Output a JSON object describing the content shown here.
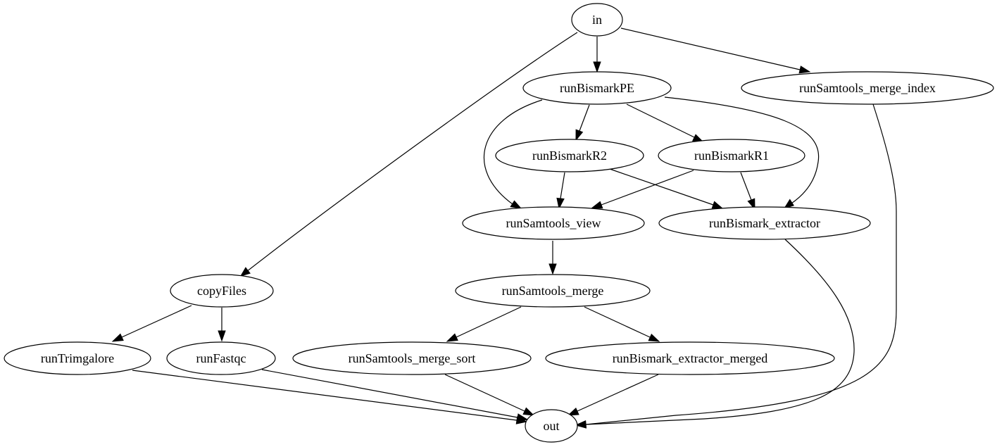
{
  "diagram": {
    "type": "directed-graph",
    "colors": {
      "background": "#ffffff",
      "stroke": "#000000",
      "text": "#000000"
    },
    "nodes": [
      {
        "id": "in",
        "label": "in"
      },
      {
        "id": "runBismarkPE",
        "label": "runBismarkPE"
      },
      {
        "id": "runSamtools_merge_index",
        "label": "runSamtools_merge_index"
      },
      {
        "id": "runBismarkR2",
        "label": "runBismarkR2"
      },
      {
        "id": "runBismarkR1",
        "label": "runBismarkR1"
      },
      {
        "id": "runSamtools_view",
        "label": "runSamtools_view"
      },
      {
        "id": "runBismark_extractor",
        "label": "runBismark_extractor"
      },
      {
        "id": "copyFiles",
        "label": "copyFiles"
      },
      {
        "id": "runSamtools_merge",
        "label": "runSamtools_merge"
      },
      {
        "id": "runTrimgalore",
        "label": "runTrimgalore"
      },
      {
        "id": "runFastqc",
        "label": "runFastqc"
      },
      {
        "id": "runSamtools_merge_sort",
        "label": "runSamtools_merge_sort"
      },
      {
        "id": "runBismark_extractor_merged",
        "label": "runBismark_extractor_merged"
      },
      {
        "id": "out",
        "label": "out"
      }
    ],
    "edges": [
      {
        "from": "in",
        "to": "copyFiles"
      },
      {
        "from": "in",
        "to": "runBismarkPE"
      },
      {
        "from": "in",
        "to": "runSamtools_merge_index"
      },
      {
        "from": "runBismarkPE",
        "to": "runSamtools_view"
      },
      {
        "from": "runBismarkPE",
        "to": "runBismarkR2"
      },
      {
        "from": "runBismarkPE",
        "to": "runBismarkR1"
      },
      {
        "from": "runBismarkPE",
        "to": "runBismark_extractor"
      },
      {
        "from": "runSamtools_merge_index",
        "to": "out"
      },
      {
        "from": "runBismarkR2",
        "to": "runSamtools_view"
      },
      {
        "from": "runBismarkR2",
        "to": "runBismark_extractor"
      },
      {
        "from": "runBismarkR1",
        "to": "runSamtools_view"
      },
      {
        "from": "runBismarkR1",
        "to": "runBismark_extractor"
      },
      {
        "from": "runSamtools_view",
        "to": "runSamtools_merge"
      },
      {
        "from": "runBismark_extractor",
        "to": "out"
      },
      {
        "from": "copyFiles",
        "to": "runTrimgalore"
      },
      {
        "from": "copyFiles",
        "to": "runFastqc"
      },
      {
        "from": "runSamtools_merge",
        "to": "runSamtools_merge_sort"
      },
      {
        "from": "runSamtools_merge",
        "to": "runBismark_extractor_merged"
      },
      {
        "from": "runTrimgalore",
        "to": "out"
      },
      {
        "from": "runFastqc",
        "to": "out"
      },
      {
        "from": "runSamtools_merge_sort",
        "to": "out"
      },
      {
        "from": "runBismark_extractor_merged",
        "to": "out"
      }
    ]
  }
}
